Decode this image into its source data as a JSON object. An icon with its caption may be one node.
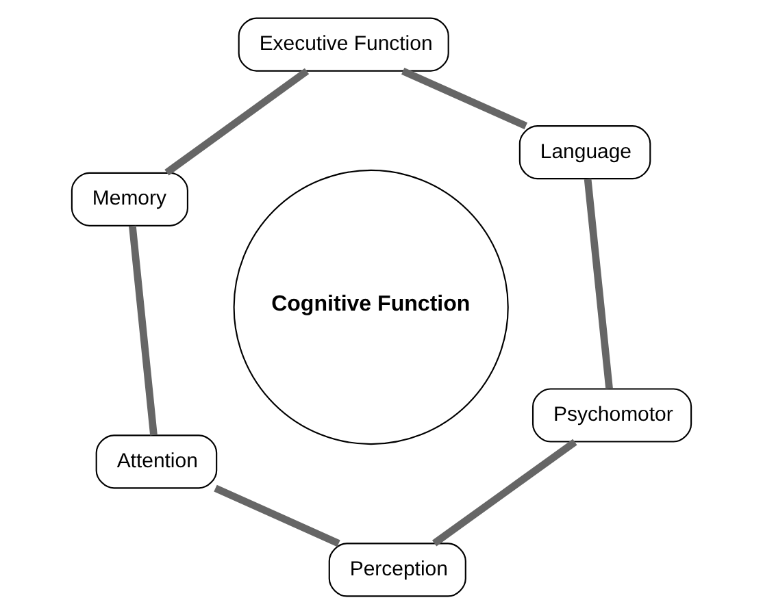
{
  "diagram": {
    "nodes": [
      {
        "text": [
          "Executive Function"
        ]
      },
      {
        "text": [
          "Language"
        ]
      },
      {
        "text": [
          "Memory"
        ]
      },
      {
        "text": [
          "Cognitive Function"
        ]
      },
      {
        "text": [
          "Psychomotor"
        ]
      },
      {
        "text": [
          "Attention"
        ]
      },
      {
        "text": [
          "Perception"
        ]
      }
    ],
    "edges": [
      {
        "from": 0,
        "to": 2,
        "arrow": "none"
      },
      {
        "from": 2,
        "to": 5,
        "arrow": "none"
      },
      {
        "from": 5,
        "to": 6,
        "arrow": "none"
      },
      {
        "from": 6,
        "to": 4,
        "arrow": "none"
      },
      {
        "from": 4,
        "to": 1,
        "arrow": "none"
      },
      {
        "from": 1,
        "to": 0,
        "arrow": "none"
      }
    ]
  }
}
